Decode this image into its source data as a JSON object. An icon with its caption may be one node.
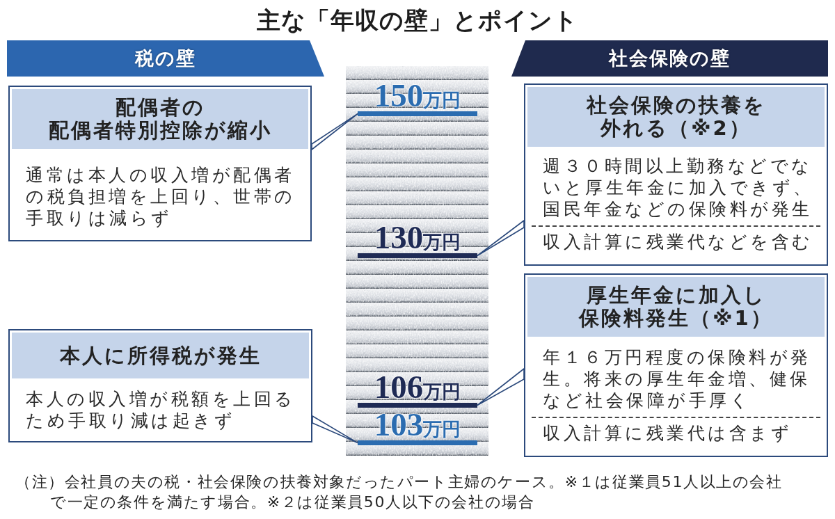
{
  "diagram": {
    "title": "主な「年収の壁」とポイント",
    "nodes": [
      {
        "text": [
          "税の壁"
        ]
      },
      {
        "text": [
          "配偶者の配偶者特別控除が縮小",
          "通常は本人の収入増が配偶者の税負担増を上回り、世帯の手取りは減らず"
        ]
      },
      {
        "text": [
          "本人に所得税が発生",
          "本人の収入増が税額を上回るため手取り減は起きず"
        ]
      },
      {
        "text": [],
        "shape": "picture"
      },
      {
        "text": [
          "150万円"
        ],
        "in": 3
      },
      {
        "text": [
          "130万円"
        ],
        "in": 3
      },
      {
        "text": [
          "106万円"
        ],
        "in": 3
      },
      {
        "text": [
          "103万円"
        ],
        "in": 3
      },
      {
        "text": [
          "社会保険の壁"
        ]
      },
      {
        "text": [
          "社会保険の扶養を外れる（※2）",
          "週３０時間以上勤務などでないと厚生年金に加入できず、国民年金などの保険料が発生",
          "収入計算に残業代などを含む"
        ]
      },
      {
        "text": [
          "厚生年金に加入し保険料発生（※1）",
          "年１６万円程度の保険料が発生。将来の厚生年金増、健保など社会保障が手厚く",
          "収入計算に残業代は含まず"
        ]
      }
    ],
    "edges": [
      {
        "from": 1,
        "to": 4,
        "arrow": "none"
      },
      {
        "from": 2,
        "to": 7,
        "arrow": "none"
      },
      {
        "from": 9,
        "to": 5,
        "arrow": "none"
      },
      {
        "from": 10,
        "to": 6,
        "arrow": "none"
      }
    ],
    "caption": "（注）会社員の夫の税・社会保険の扶養対象だったパート主婦のケース。※１は従業員51人以上の会社で一定の条件を満たす場合。※２は従業員50人以下の会社の場合"
  }
}
